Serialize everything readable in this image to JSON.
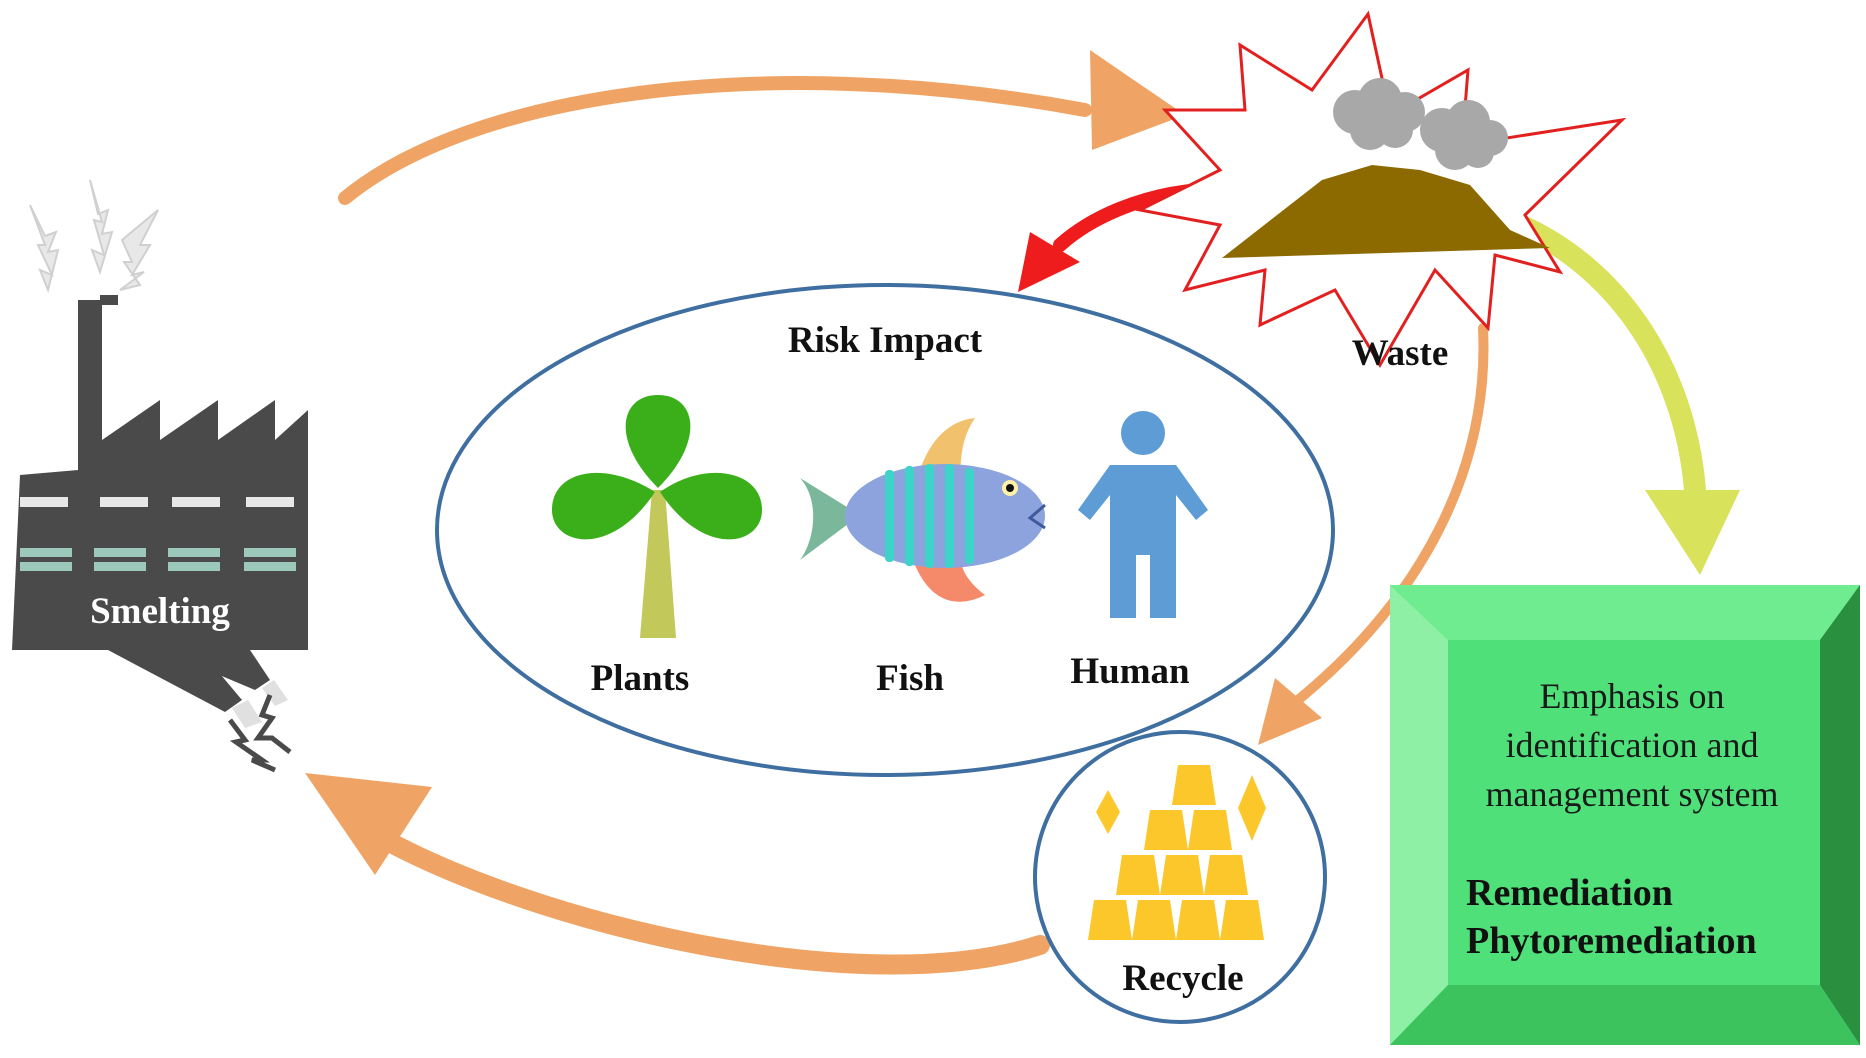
{
  "labels": {
    "smelting": "Smelting",
    "waste": "Waste",
    "risk_impact": "Risk Impact",
    "plants": "Plants",
    "fish": "Fish",
    "human": "Human",
    "recycle": "Recycle"
  },
  "management_box": {
    "lines": [
      "Emphasis on",
      "identification and",
      "management system"
    ],
    "bold_lines": [
      "Remediation",
      "Phytoremediation"
    ]
  },
  "colors": {
    "orange_arrow": "#EFA465",
    "red_arrow": "#EE1C1C",
    "yellow_arrow": "#D9E25B",
    "green_box": "#4FE07A",
    "ellipse_stroke": "#3F6FA0",
    "factory": "#4A4A4A",
    "waste_soil": "#8C6A00",
    "gold": "#FBC72B"
  }
}
